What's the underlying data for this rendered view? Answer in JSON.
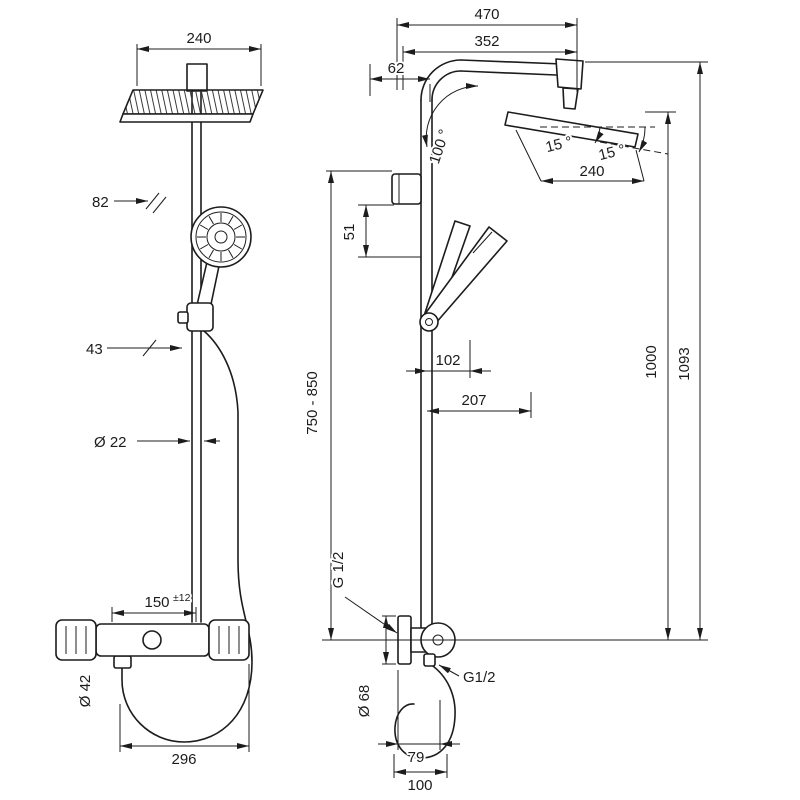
{
  "colors": {
    "ink": "#1c1c1c",
    "background": "#ffffff"
  },
  "front_view": {
    "head_width": "240",
    "hand_shower_diameter": "82",
    "slider_offset": "43",
    "pipe_diameter": "Ø 22",
    "connection_spacing": "150",
    "connection_tolerance": "±12",
    "handle_diameter": "Ø 42",
    "overall_width": "296"
  },
  "side_view": {
    "overall_reach": "470",
    "arm_reach": "352",
    "wall_to_pipe": "62",
    "arm_angle": "100 °",
    "head_tilt_upper": "15 °",
    "head_tilt_lower": "15 °",
    "head_depth": "240",
    "bracket_drop": "51",
    "adjustable_height": "750 - 850",
    "handshower_reach": "102",
    "holder_reach": "207",
    "head_height": "1000",
    "overall_height": "1093",
    "supply_thread": "G 1/2",
    "wall_escutcheon_diameter": "Ø 68",
    "hose_thread": "G1/2",
    "valve_depth": "79",
    "overall_depth_bottom": "100"
  }
}
